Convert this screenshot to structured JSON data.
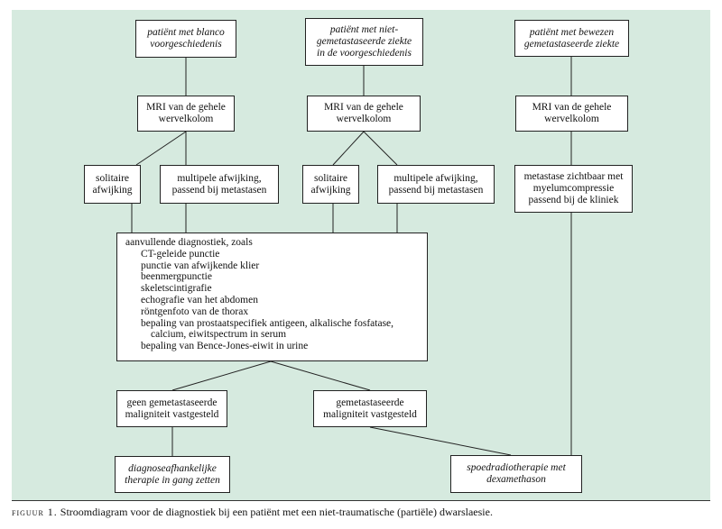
{
  "colors": {
    "background": "#d6eadf",
    "box_fill": "#ffffff",
    "line": "#222222"
  },
  "nodes": {
    "top_blanco": [
      "patiënt met blanco",
      "voorgeschiedenis"
    ],
    "top_niet": [
      "patiënt met niet-",
      "gemetastaseerde ziekte",
      "in de voorgeschiedenis"
    ],
    "top_bewezen": [
      "patiënt met bewezen",
      "gemetastaseerde ziekte"
    ],
    "mri_1": [
      "MRI van de gehele",
      "wervelkolom"
    ],
    "mri_2": [
      "MRI van de gehele",
      "wervelkolom"
    ],
    "mri_3": [
      "MRI van de gehele",
      "wervelkolom"
    ],
    "solitaire_1": [
      "solitaire",
      "afwijking"
    ],
    "multipele_1": [
      "multipele afwijking,",
      "passend bij metastasen"
    ],
    "solitaire_2": [
      "solitaire",
      "afwijking"
    ],
    "multipele_2": [
      "multipele afwijking,",
      "passend bij metastasen"
    ],
    "metastase": [
      "metastase zichtbaar met",
      "myelumcompressie",
      "passend bij de kliniek"
    ],
    "aanvullend": {
      "title": "aanvullende diagnostiek, zoals",
      "items": [
        "CT-geleide punctie",
        "punctie van afwijkende klier",
        "beenmergpunctie",
        "skeletscintigrafie",
        "echografie van het abdomen",
        "röntgenfoto van de thorax",
        "bepaling van prostaatspecifiek antigeen, alkalische fosfatase,",
        "calcium, eiwitspectrum in serum",
        "bepaling van Bence-Jones-eiwit in urine"
      ]
    },
    "geen": [
      "geen gemetastaseerde",
      "maligniteit vastgesteld"
    ],
    "gemet": [
      "gemetastaseerde",
      "maligniteit vastgesteld"
    ],
    "diagnose": [
      "diagnoseafhankelijke",
      "therapie in gang zetten"
    ],
    "spoed": [
      "spoedradiotherapie met",
      "dexamethason"
    ]
  },
  "caption": {
    "label": "figuur 1.",
    "text": "Stroomdiagram voor de diagnostiek bij een patiënt met een niet-traumatische (partiële) dwarslaesie."
  }
}
